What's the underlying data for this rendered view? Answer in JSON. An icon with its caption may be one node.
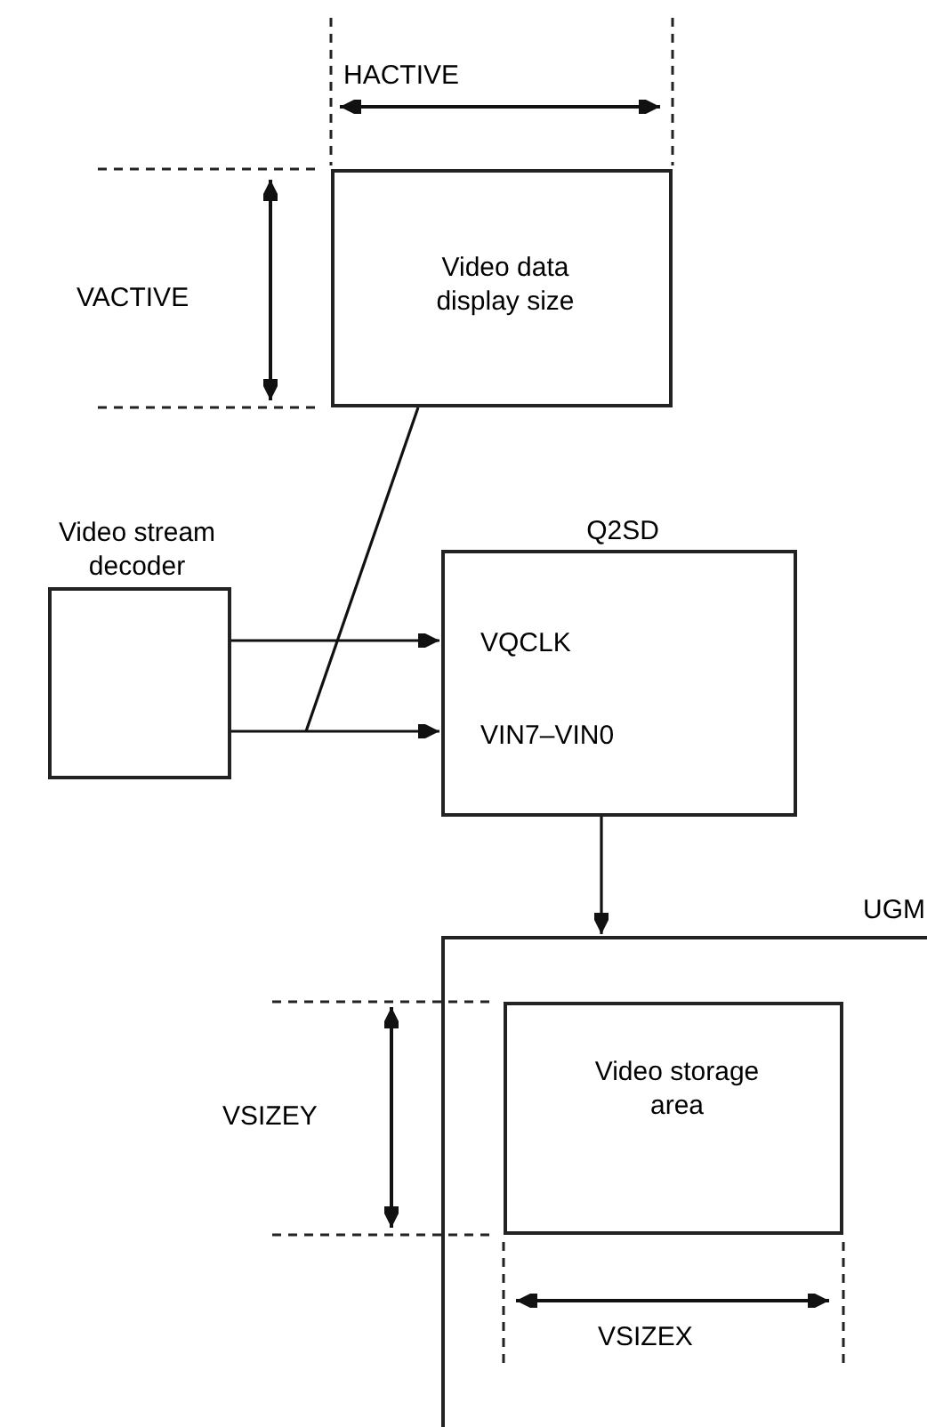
{
  "diagram": {
    "nodes": [
      {
        "text": [
          "Video data display size"
        ]
      },
      {
        "text": [
          "Video stream decoder"
        ]
      },
      {
        "text": [
          "Q2SD",
          "VQCLK",
          "VIN7–VIN0"
        ]
      },
      {
        "text": [
          "UGM"
        ]
      },
      {
        "text": [
          "Video storage area"
        ],
        "in": 3
      }
    ],
    "edges": [
      {
        "from": 1,
        "to": 2,
        "arrow": "to"
      },
      {
        "from": 1,
        "to": 2,
        "arrow": "to"
      },
      {
        "from": 0,
        "to": null,
        "arrow": "none"
      },
      {
        "from": 2,
        "to": 3,
        "arrow": "to"
      }
    ],
    "labels": [
      "HACTIVE",
      "VACTIVE",
      "VSIZEY",
      "VSIZEX"
    ]
  }
}
